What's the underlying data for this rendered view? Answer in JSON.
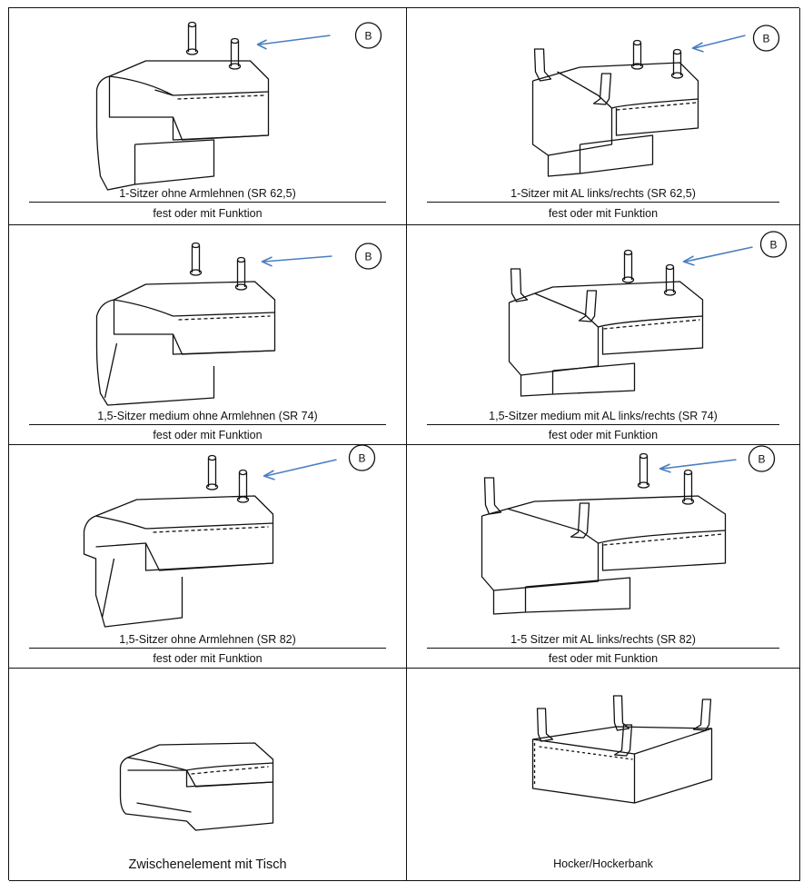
{
  "cells": [
    {
      "title": "1-Sitzer ohne Armlehnen (SR 62,5)",
      "subtitle": "fest oder mit Funktion",
      "badge": "B"
    },
    {
      "title": "1-Sitzer mit AL links/rechts (SR 62,5)",
      "subtitle": "fest oder mit Funktion",
      "badge": "B"
    },
    {
      "title": "1,5-Sitzer medium ohne Armlehnen (SR 74)",
      "subtitle": "fest oder mit Funktion",
      "badge": "B"
    },
    {
      "title": "1,5-Sitzer medium mit AL links/rechts (SR 74)",
      "subtitle": "fest oder mit Funktion",
      "badge": "B"
    },
    {
      "title": "1,5-Sitzer ohne Armlehnen (SR 82)",
      "subtitle": "fest oder mit Funktion",
      "badge": "B"
    },
    {
      "title": "1-5 Sitzer mit AL links/rechts (SR 82)",
      "subtitle": "fest oder mit Funktion",
      "badge": "B"
    },
    {
      "title": "Zwischenelement mit Tisch"
    },
    {
      "title": "Hocker/Hockerbank"
    }
  ],
  "colors": {
    "arrow": "#4a7fc1",
    "line": "#111111"
  }
}
